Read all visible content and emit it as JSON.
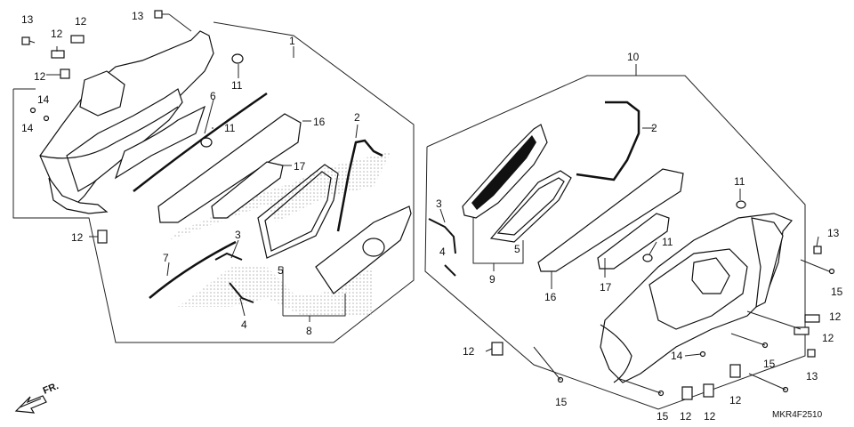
{
  "diagram_code": "MKR4F2510",
  "direction_label": "FR.",
  "callouts": {
    "c1": "1",
    "c2": "2",
    "c3": "3",
    "c4": "4",
    "c5": "5",
    "c6": "6",
    "c7": "7",
    "c8": "8",
    "c9": "9",
    "c10": "10",
    "c11": "11",
    "c12": "12",
    "c13": "13",
    "c14": "14",
    "c15": "15",
    "c16": "16",
    "c17": "17"
  },
  "colors": {
    "line": "#111111",
    "dots": "#c8c8c8",
    "fill": "#ffffff"
  }
}
